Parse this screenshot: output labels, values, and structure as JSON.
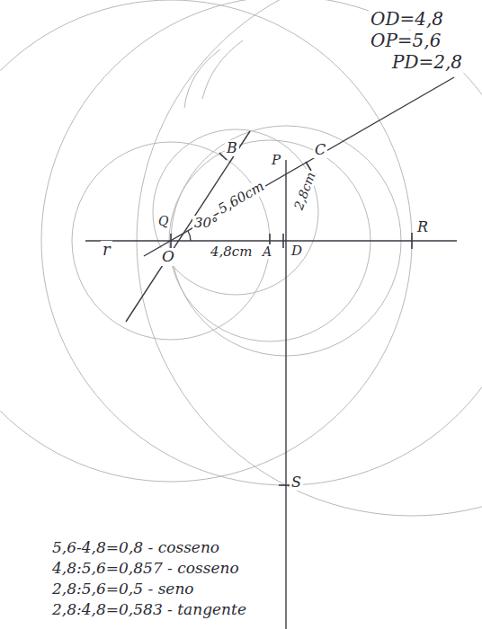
{
  "diagram": {
    "labels": [
      "OD=4,8",
      "OP=5,6",
      "PD=2,8",
      "B",
      "C",
      "P",
      "5,60cm",
      "2,8cm",
      "30°",
      "Q",
      "r",
      "O",
      "4,8cm",
      "A",
      "D",
      "R",
      "S",
      "5,6-4,8=0,8 - cosseno",
      "4,8:5,6=0,857 - cosseno",
      "2,8:5,6=0,5 - seno",
      "2,8:4,8=0,583 - tangente"
    ]
  }
}
